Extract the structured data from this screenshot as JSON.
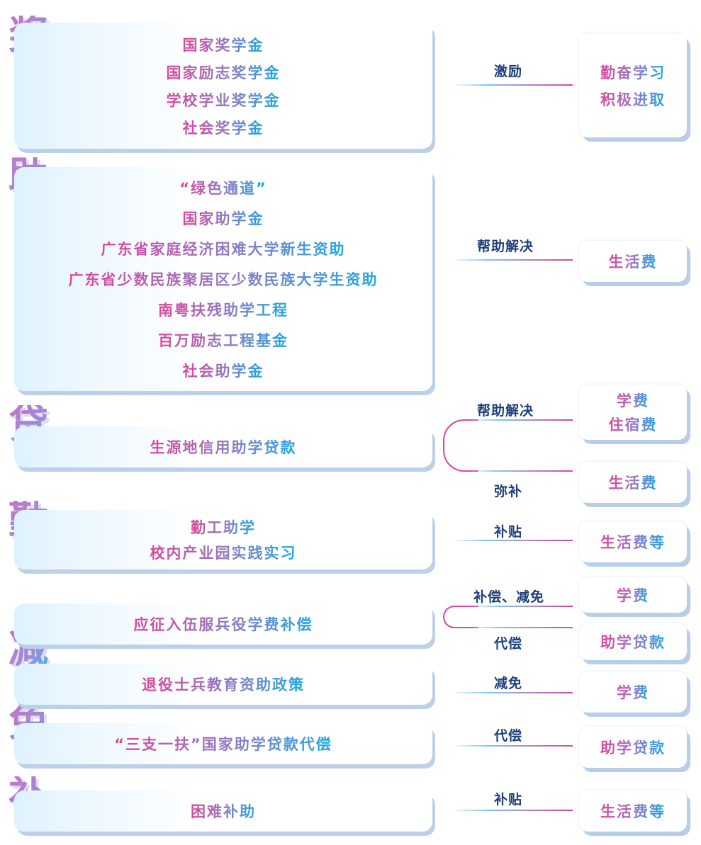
{
  "categories": {
    "jiang": "奖",
    "zhu": "助",
    "dai": "贷",
    "qin": "勤",
    "jian": "减",
    "mian": "免",
    "bu": "补"
  },
  "programs": {
    "jiang": [
      "国家奖学金",
      "国家励志奖学金",
      "学校学业奖学金",
      "社会奖学金"
    ],
    "zhu": [
      "“绿色通道”",
      "国家助学金",
      "广东省家庭经济困难大学新生资助",
      "广东省少数民族聚居区少数民族大学生资助",
      "南粤扶残助学工程",
      "百万励志工程基金",
      "社会助学金"
    ],
    "dai": [
      "生源地信用助学贷款"
    ],
    "qin": [
      "勤工助学",
      "校内产业园实践实习"
    ],
    "jianmian_1": [
      "应征入伍服兵役学费补偿"
    ],
    "jianmian_2": [
      "退役士兵教育资助政策"
    ],
    "jianmian_3": [
      "“三支一扶”国家助学贷款代偿"
    ],
    "bu": [
      "困难补助"
    ]
  },
  "connectors": {
    "jiang": "激励",
    "zhu": "帮助解决",
    "dai_top": "帮助解决",
    "dai_bottom": "弥补",
    "qin": "补贴",
    "jm1_top": "补偿、减免",
    "jm1_bottom": "代偿",
    "jm2": "减免",
    "jm3": "代偿",
    "bu": "补贴"
  },
  "results": {
    "jiang": [
      "勤奋学习",
      "积极进取"
    ],
    "zhu": [
      "生活费"
    ],
    "dai_top": [
      "学费",
      "住宿费"
    ],
    "dai_bottom": [
      "生活费"
    ],
    "qin": [
      "生活费等"
    ],
    "jm1_top": [
      "学费"
    ],
    "jm1_bottom": [
      "助学贷款"
    ],
    "jm2": [
      "学费"
    ],
    "jm3": [
      "助学贷款"
    ],
    "bu": [
      "生活费等"
    ]
  },
  "colors": {
    "accent_pink": "#e0449a",
    "accent_blue": "#1aa8e6",
    "label_navy": "#1d3f7a",
    "shadow": "#bcd0ea"
  }
}
